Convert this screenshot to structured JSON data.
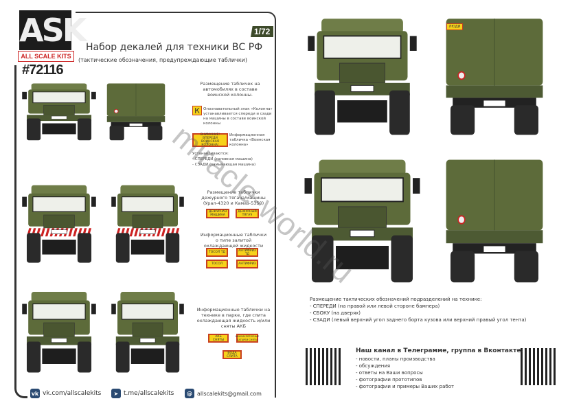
{
  "brand": {
    "logo": "ASK",
    "logo_sub": "ALL SCALE KITS",
    "sku": "#72116",
    "scale": "1/72"
  },
  "header": {
    "title": "Набор декалей для техники ВС РФ",
    "subtitle": "(тактические обозначения, предупреждающие таблички)"
  },
  "colors": {
    "olive": "#5d6b3a",
    "plate_yellow": "#f7d21a",
    "plate_border": "#c8401f",
    "accent_dark": "#3d4a2a"
  },
  "column_section": {
    "heading": "Размещение табличек на автомобилях в составе воинской колонны.",
    "k_sign": "К",
    "k_text": "Опознавательный знак «Колонна» устанавливается спереди и сзади на машины в составе воинской колонны",
    "plate": "ВНИМАНИЕ! ВПЕРЕДИ ВОИНСКАЯ КОЛОННА!",
    "plate_text": "Информационная табличка «Воинская колонна»",
    "install_title": "Устанавливаются:",
    "install_front": "- СПЕРЕДИ (головная машина)",
    "install_rear": "- СЗАДИ (замыкающая машина)"
  },
  "duty_section": {
    "heading": "Размещение таблички дежурного тягача/машины (Урал-4320 и Камаз-5350)",
    "plates": [
      "ДЕЖУРНАЯ МАШИНА",
      "ДЕЖУРНЫЙ ТЯГАЧ"
    ]
  },
  "coolant_section": {
    "heading": "Информационные таблички о типе залитой охлаждающей жидкости",
    "plates": [
      "ТОСОЛ  ТД",
      "АНТИФРИЗ  ТД",
      "ТОСОЛ",
      "АНТИФРИЗ"
    ]
  },
  "park_section": {
    "heading": "Информационные таблички на технике в парке, где слита охлаждающая жидкость и/или сняты АКБ",
    "plates": [
      "АКБ СНЯТЫ",
      "АККУМУЛЯТОРНЫЕ БАТАРЕИ СНЯТЫ",
      "ВОДА СЛИТА"
    ]
  },
  "rear_sign": "ЛЮДИ",
  "placement": {
    "heading": "Размещение тактических обозначений подразделений на технике:",
    "items": [
      "- СПЕРЕДИ (на правой или левой стороне бампера)",
      "- СБОКУ (на дверях)",
      "- СЗАДИ (левый верхний угол заднего борта кузова или верхний правый угол тента)"
    ]
  },
  "channels": {
    "heading": "Наш канал в Телеграмме, группа в Вконтакте:",
    "items": [
      "- новости, планы производства",
      "- обсуждения",
      "- ответы на Ваши вопросы",
      "- фотографии прототипов",
      "- фотографии и примеры Ваших работ"
    ]
  },
  "footer": {
    "vk": "vk.com/allscalekits",
    "tg": "t.me/allscalekits",
    "email": "allscalekits@gmail.com"
  },
  "watermark": "miracle-world.ru"
}
